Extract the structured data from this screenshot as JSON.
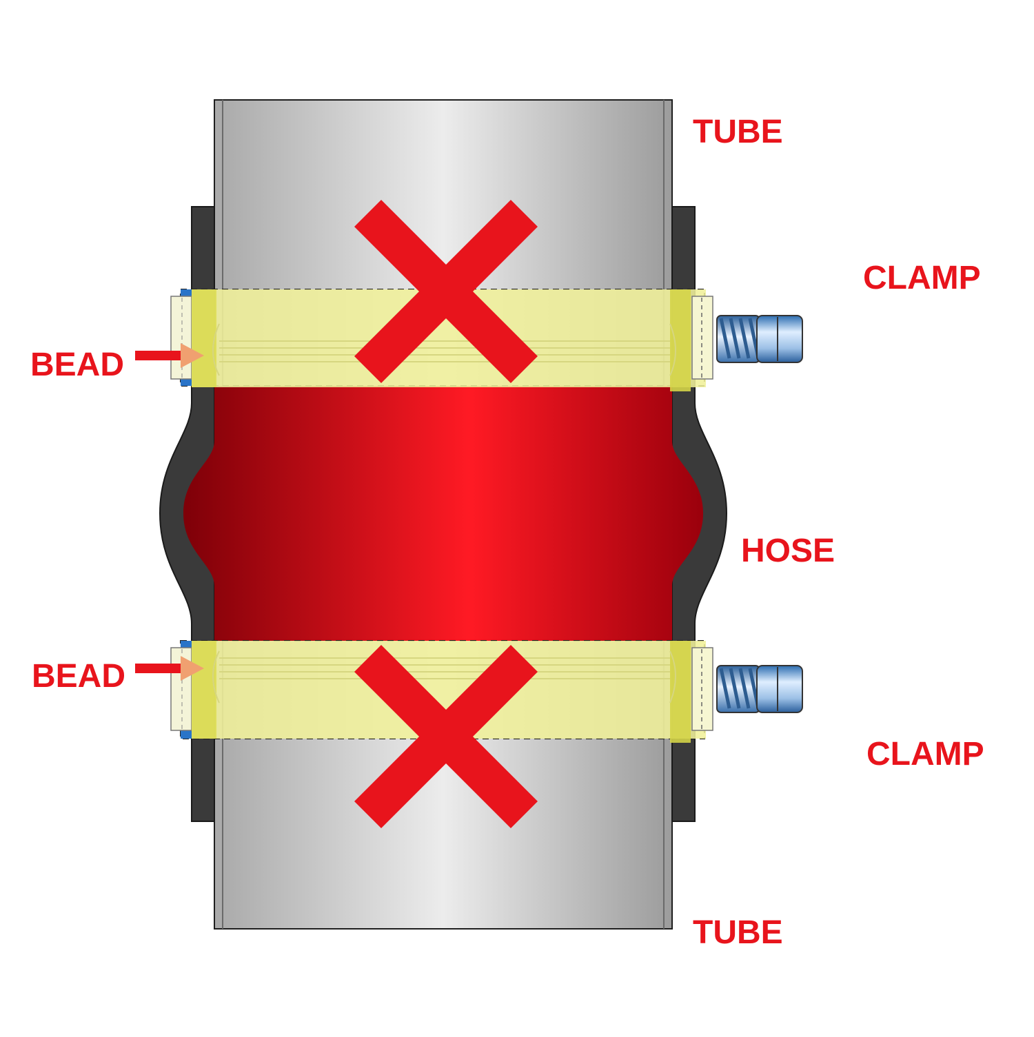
{
  "labels": {
    "tube_top": "TUBE",
    "clamp_top": "CLAMP",
    "bead_top": "BEAD",
    "hose": "HOSE",
    "bead_bottom": "BEAD",
    "clamp_bottom": "CLAMP",
    "tube_bottom": "TUBE"
  },
  "colors": {
    "label": "#e8141c",
    "cross": "#e8141c",
    "hose": "#e8101a",
    "hose_shell": "#3a3a3a",
    "clamp_band": "#f0f09a",
    "tube": "#cfcfcf"
  }
}
